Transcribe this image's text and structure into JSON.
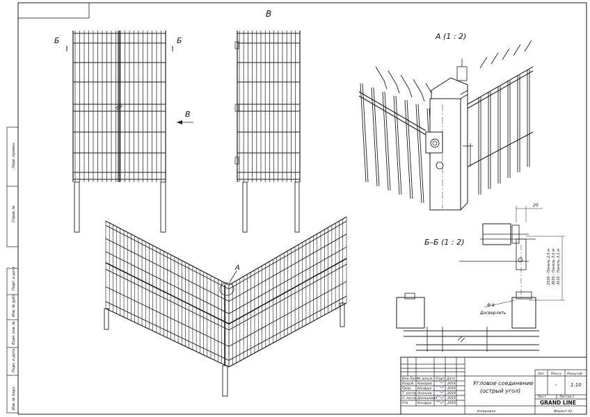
{
  "views": {
    "section_mark_left": "Б",
    "section_mark_right": "Б",
    "view_b_title": "В",
    "view_b_arrow_label": "В",
    "detail_a_title": "А (1 : 2)",
    "detail_a_callout": "A",
    "section_bb_title": "Б–Б (1 : 2)"
  },
  "dimensions": {
    "top_dim": "20",
    "height_1": "2520 - Панель 2,5 м",
    "height_2": "3030 - Панель 3,0 м",
    "height_3": "3120 - Панель 3,1 м",
    "hole_dia": "Ф 6",
    "drill_note": "Досверлить"
  },
  "left_strip": {
    "cells": [
      "Перв. примен.",
      "Справ. №",
      "Подп. и дата",
      "Инв. № дубл.",
      "Взам. инв. №",
      "Подп. и дата",
      "Инв. № подл."
    ]
  },
  "title_block": {
    "header": [
      "Изм.",
      "Лист",
      "№ докум.",
      "Подп.",
      "Дата"
    ],
    "rows": [
      {
        "role": "Разраб.",
        "name": "Комаров",
        "date": "2019"
      },
      {
        "role": "Пров.",
        "name": "Кондрук",
        "date": "2019"
      },
      {
        "role": "Т. контр.",
        "name": "Ананьев",
        "date": "2019"
      },
      {
        "role": "Н. контр.",
        "name": "Данишкина",
        "date": "2019"
      },
      {
        "role": "Утв.",
        "name": "Кондрук",
        "date": "2019"
      }
    ],
    "title_line1": "Угловое соединение",
    "title_line2": "(острый угол)",
    "lit_label": "Лит.",
    "mass_label": "Масса",
    "scale_label": "Масштаб",
    "mass_value": "-",
    "scale_value": "1:10",
    "sheet_label": "Лист",
    "sheets_label": "Листов 1",
    "company": "GRAND LINE",
    "copied_by": "Копировал",
    "format": "Формат A2"
  },
  "colors": {
    "line": "#1a1a1a",
    "paper": "#ffffff",
    "signature": "#2a3fbf"
  }
}
